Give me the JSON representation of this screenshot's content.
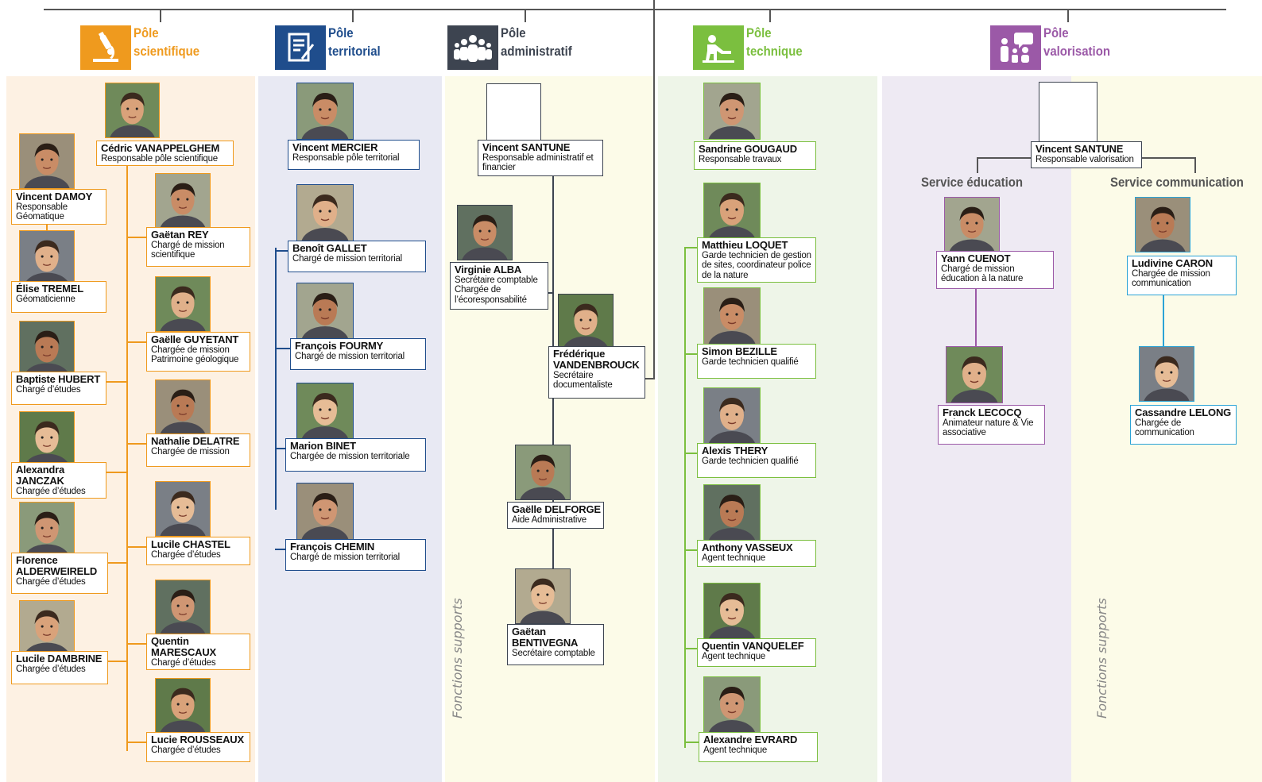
{
  "colors": {
    "orange": "#ef9a1e",
    "navy": "#1f4d8c",
    "dark": "#3d4450",
    "green": "#7bbf3f",
    "purple": "#9b59a7",
    "blue": "#2ba3d6",
    "sci_bg": "#fdf1e3",
    "ter_bg": "#e8e9f3",
    "adm_bg": "#fcfbe8",
    "tec_bg": "#eef5e8",
    "val_bg": "#eeeaf3",
    "com_bg": "#fcfbe8"
  },
  "poles": [
    {
      "l1": "Pôle",
      "l2": "scientifique",
      "icon": "microscope-icon"
    },
    {
      "l1": "Pôle",
      "l2": "territorial",
      "icon": "document-pen-icon"
    },
    {
      "l1": "Pôle",
      "l2": "administratif",
      "icon": "people-group-icon"
    },
    {
      "l1": "Pôle",
      "l2": "technique",
      "icon": "worker-icon"
    },
    {
      "l1": "Pôle",
      "l2": "valorisation",
      "icon": "family-speech-icon"
    }
  ],
  "sci": [
    {
      "name": "Cédric VANAPPELGHEM",
      "role": "Responsable pôle scientifique"
    },
    {
      "name": "Vincent DAMOY",
      "role": "Responsable Géomatique"
    },
    {
      "name": "Élise TREMEL",
      "role": "Géomaticienne"
    },
    {
      "name": "Baptiste HUBERT",
      "role": "Chargé d’études"
    },
    {
      "name": "Alexandra JANCZAK",
      "role": "Chargée d’études"
    },
    {
      "name": "Florence ALDERWEIRELD",
      "role": "Chargée d’études"
    },
    {
      "name": "Lucile DAMBRINE",
      "role": "Chargée d’études"
    },
    {
      "name": "Gaëtan REY",
      "role": "Chargé de mission scientifique"
    },
    {
      "name": "Gaëlle GUYETANT",
      "role": "Chargée de mission Patrimoine géologique"
    },
    {
      "name": "Nathalie DELATRE",
      "role": "Chargée de mission"
    },
    {
      "name": "Lucile CHASTEL",
      "role": "Chargée d’études"
    },
    {
      "name": "Quentin MARESCAUX",
      "role": "Chargé d’études"
    },
    {
      "name": "Lucie ROUSSEAUX",
      "role": "Chargée d’études"
    }
  ],
  "ter": [
    {
      "name": "Vincent MERCIER",
      "role": "Responsable pôle territorial"
    },
    {
      "name": "Benoît GALLET",
      "role": "Chargé de mission territorial"
    },
    {
      "name": "François FOURMY",
      "role": "Chargé de mission territorial"
    },
    {
      "name": "Marion BINET",
      "role": "Chargée de mission territoriale"
    },
    {
      "name": "François CHEMIN",
      "role": "Chargé de mission territorial"
    }
  ],
  "adm": [
    {
      "name": "Vincent SANTUNE",
      "role": "Responsable administratif et financier"
    },
    {
      "name": "Virginie ALBA",
      "role": "Secrétaire comptable Chargée de l’écoresponsabilité"
    },
    {
      "name": "Frédérique VANDENBROUCK",
      "role": "Secrétaire documentaliste"
    },
    {
      "name": "Gaëlle DELFORGE",
      "role": "Aide Administrative"
    },
    {
      "name": "Gaëtan BENTIVEGNA",
      "role": "Secrétaire comptable"
    }
  ],
  "tec": [
    {
      "name": "Sandrine GOUGAUD",
      "role": "Responsable travaux"
    },
    {
      "name": "Matthieu LOQUET",
      "role": "Garde technicien de gestion de sites, coordinateur police de la nature"
    },
    {
      "name": "Simon BEZILLE",
      "role": "Garde technicien qualifié"
    },
    {
      "name": "Alexis THERY",
      "role": "Garde technicien qualifié"
    },
    {
      "name": "Anthony VASSEUX",
      "role": "Agent technique"
    },
    {
      "name": "Quentin VANQUELEF",
      "role": "Agent technique"
    },
    {
      "name": "Alexandre EVRARD",
      "role": "Agent technique"
    }
  ],
  "val": [
    {
      "name": "Vincent SANTUNE",
      "role": "Responsable valorisation"
    },
    {
      "name": "Yann CUENOT",
      "role": "Chargé de mission éducation à la nature"
    },
    {
      "name": "Franck LECOCQ",
      "role": "Animateur nature & Vie associative"
    },
    {
      "name": "Ludivine CARON",
      "role": "Chargée de mission communication"
    },
    {
      "name": "Cassandre LELONG",
      "role": "Chargée de communication"
    }
  ],
  "services": {
    "edu": "Service éducation",
    "com": "Service communication"
  },
  "fonctions_supports": "Fonctions supports"
}
